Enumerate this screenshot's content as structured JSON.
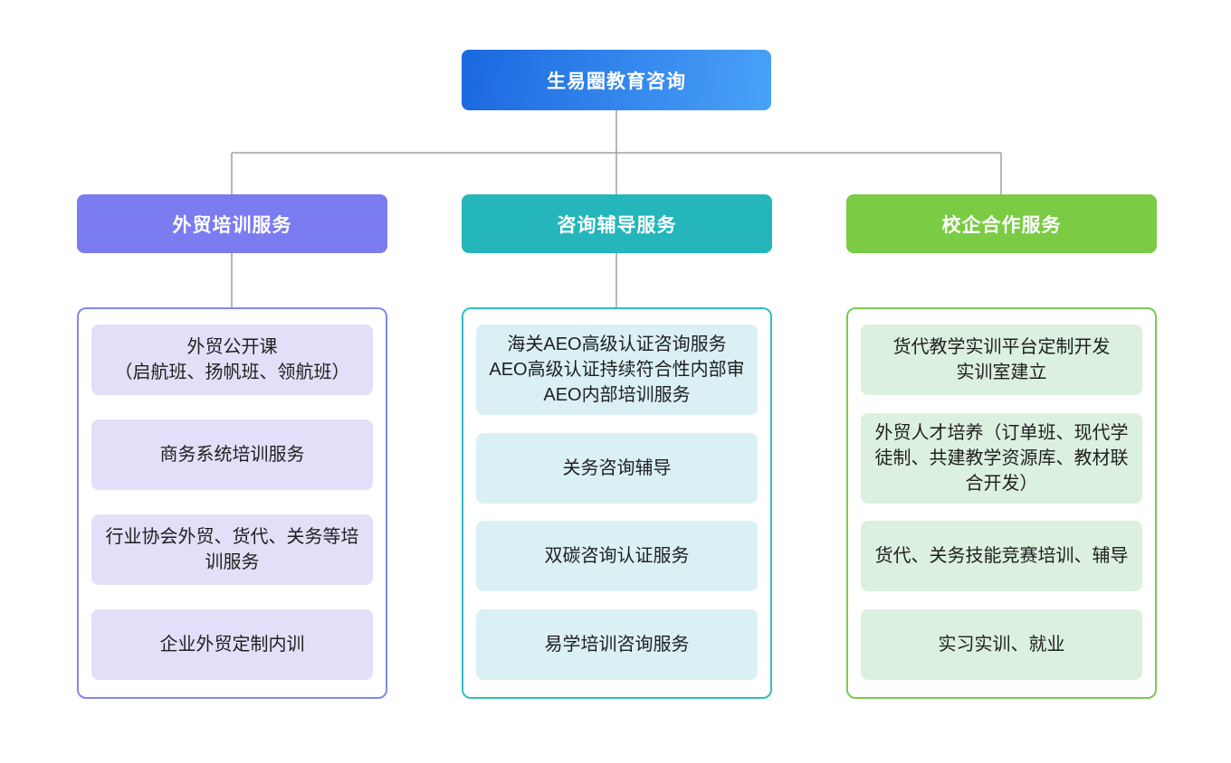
{
  "root": {
    "label": "生易圈教育咨询"
  },
  "branches": [
    {
      "label": "外贸培训服务",
      "theme": {
        "header_bg": "#7a7cf0",
        "container_border": "#8486f1",
        "item_bg": "#e1e0f8"
      },
      "items": [
        {
          "text": "外贸公开课\n（启航班、扬帆班、领航班）"
        },
        {
          "text": "商务系统培训服务"
        },
        {
          "text": "行业协会外贸、货代、关务等培训服务"
        },
        {
          "text": "企业外贸定制内训"
        }
      ]
    },
    {
      "label": "咨询辅导服务",
      "theme": {
        "header_bg": "#24b6bb",
        "container_border": "#30bcc1",
        "item_bg": "#daf0f5"
      },
      "items": [
        {
          "text": "海关AEO高级认证咨询服务\nAEO高级认证持续符合性内部审\nAEO内部培训服务"
        },
        {
          "text": "关务咨询辅导"
        },
        {
          "text": "双碳咨询认证服务"
        },
        {
          "text": "易学培训咨询服务"
        }
      ]
    },
    {
      "label": "校企合作服务",
      "theme": {
        "header_bg": "#7bcb45",
        "container_border": "#7bc854",
        "item_bg": "#dbf0de"
      },
      "items": [
        {
          "text": "货代教学实训平台定制开发\n实训室建立"
        },
        {
          "text": "外贸人才培养（订单班、现代学徒制、共建教学资源库、教材联合开发）"
        },
        {
          "text": "货代、关务技能竞赛培训、辅导"
        },
        {
          "text": "实习实训、就业"
        }
      ]
    }
  ],
  "colors": {
    "root_gradient_start": "#1b68e0",
    "root_gradient_end": "#4aa2f7",
    "connector": "#8a9197",
    "background": "#ffffff"
  }
}
